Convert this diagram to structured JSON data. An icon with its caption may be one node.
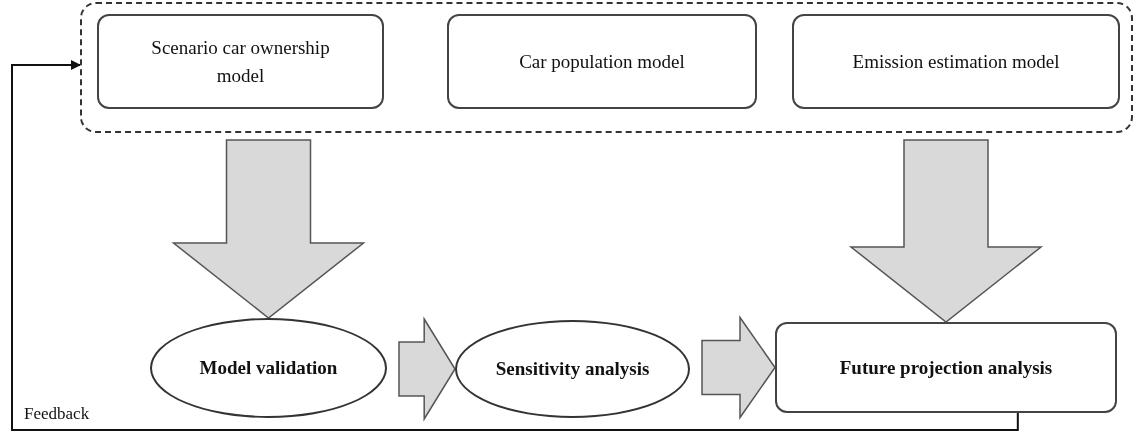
{
  "diagram": {
    "nodes": [
      {
        "text": [],
        "shape": "box"
      },
      {
        "text": [
          "Scenario car ownership model"
        ],
        "in": 0
      },
      {
        "text": [
          "Car population model"
        ],
        "in": 0
      },
      {
        "text": [
          "Emission estimation model"
        ],
        "in": 0
      },
      {
        "text": [
          "Model validation"
        ]
      },
      {
        "text": [
          "Sensitivity analysis"
        ]
      },
      {
        "text": [
          "Future projection analysis"
        ]
      }
    ],
    "edges": [
      {
        "from": 0,
        "to": 4,
        "arrow": "to",
        "style": "thick"
      },
      {
        "from": 0,
        "to": 6,
        "arrow": "to",
        "style": "thick"
      },
      {
        "from": 4,
        "to": 5,
        "arrow": "to",
        "style": "thick"
      },
      {
        "from": 5,
        "to": 6,
        "arrow": "to",
        "style": "thick"
      },
      {
        "from": 6,
        "to": 0,
        "arrow": "to",
        "label": "Feedback"
      }
    ]
  }
}
